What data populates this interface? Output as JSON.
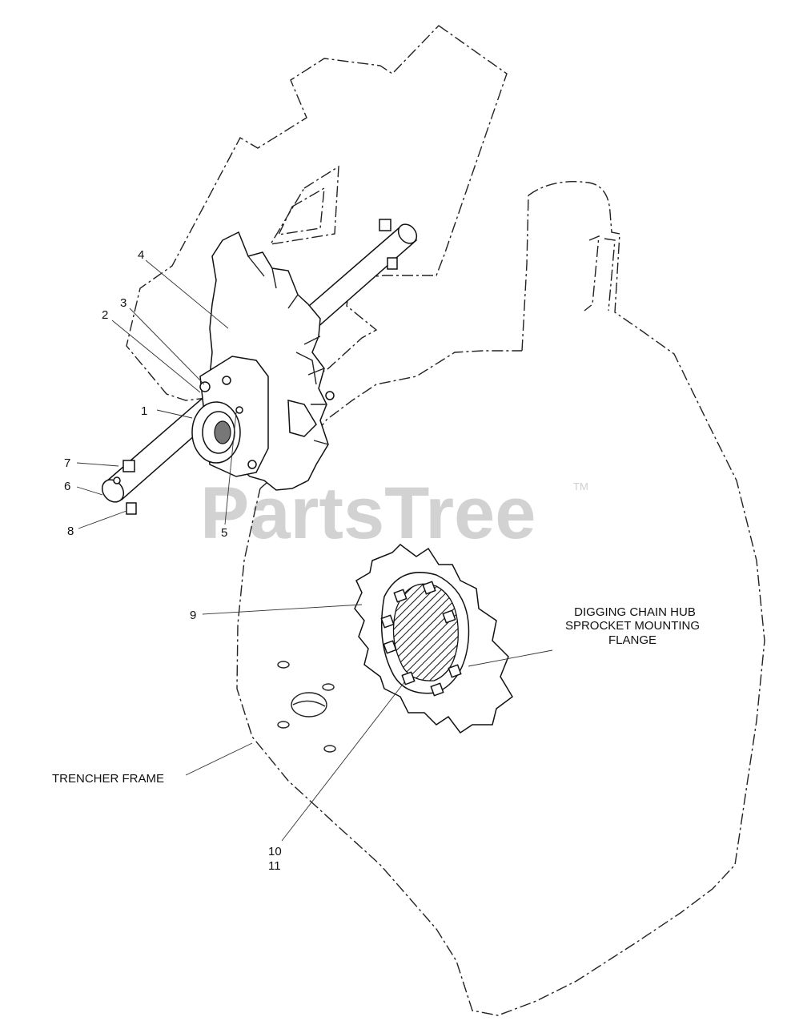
{
  "watermark": {
    "text": "PartsTree",
    "tm": "TM"
  },
  "callouts": {
    "c1": "1",
    "c2": "2",
    "c3": "3",
    "c4": "4",
    "c5": "5",
    "c6": "6",
    "c7": "7",
    "c8": "8",
    "c9": "9",
    "c10": "10",
    "c11": "11"
  },
  "labels": {
    "hub_line1": "DIGGING CHAIN HUB",
    "hub_line2": "SPROCKET MOUNTING",
    "hub_line3": "FLANGE",
    "trencher_frame": "TRENCHER FRAME"
  }
}
